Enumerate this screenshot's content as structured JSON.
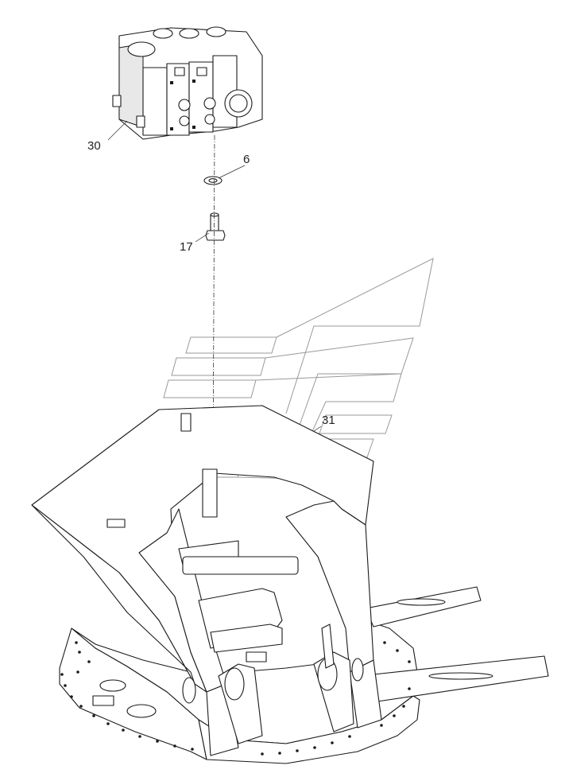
{
  "diagram": {
    "callouts": [
      {
        "id": "c30",
        "label": "30"
      },
      {
        "id": "c6",
        "label": "6"
      },
      {
        "id": "c17",
        "label": "17"
      },
      {
        "id": "c31",
        "label": "31"
      }
    ],
    "colors": {
      "line": "#1a1a1a",
      "watermark": "#999999",
      "background": "#ffffff"
    }
  }
}
